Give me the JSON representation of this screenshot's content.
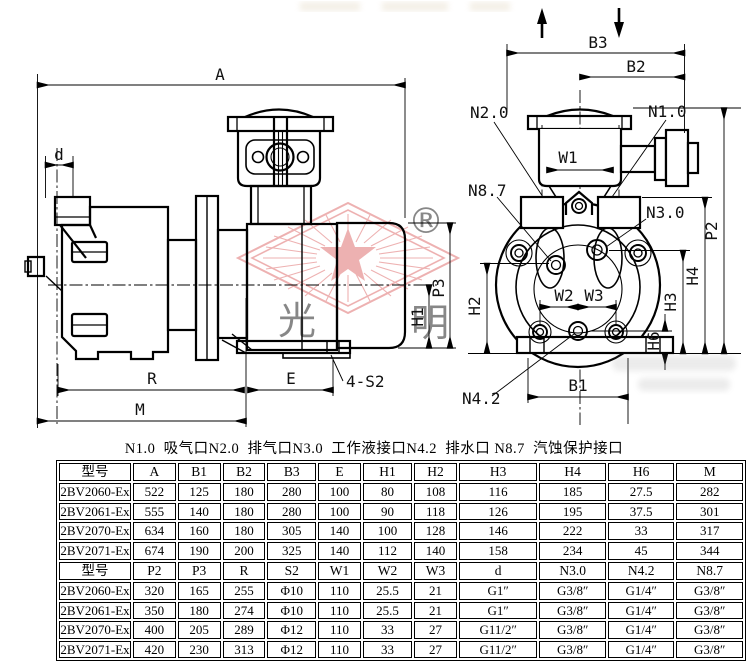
{
  "caption": "N1.0  吸气口N2.0  排气口N3.0  工作液接口N4.2  排水口 N8.7  汽蚀保护接口",
  "drawing": {
    "left": {
      "dim_a": "A",
      "dim_d": "d",
      "dim_r": "R",
      "dim_e": "E",
      "dim_m": "M",
      "dim_p3": "P3",
      "dim_h1": "H1",
      "callout_s2": "4-S2"
    },
    "right": {
      "dim_b3": "B3",
      "dim_b2": "B2",
      "dim_b1": "B1",
      "dim_w1": "W1",
      "dim_w2": "W2",
      "dim_w3": "W3",
      "dim_h2": "H2",
      "dim_h3": "H3",
      "dim_h4": "H4",
      "dim_h6": "H6",
      "dim_p2": "P2",
      "port_n1": "N1.0",
      "port_n2": "N2.0",
      "port_n3": "N3.0",
      "port_n42": "N4.2",
      "port_n87": "N8.7"
    },
    "watermark": {
      "reg": "®",
      "glyph1": "光",
      "glyph2": "明",
      "color": "#dd6666"
    },
    "line_color": "#000000"
  },
  "table": {
    "s1": {
      "headers": [
        "型号",
        "A",
        "B1",
        "B2",
        "B3",
        "E",
        "H1",
        "H2",
        "H3",
        "H4",
        "H6",
        "M"
      ],
      "rows": [
        [
          "2BV2060-Ex",
          "522",
          "125",
          "180",
          "280",
          "100",
          "80",
          "108",
          "116",
          "185",
          "27.5",
          "282"
        ],
        [
          "2BV2061-Ex",
          "555",
          "140",
          "180",
          "280",
          "100",
          "90",
          "118",
          "126",
          "195",
          "37.5",
          "301"
        ],
        [
          "2BV2070-Ex",
          "634",
          "160",
          "180",
          "305",
          "140",
          "100",
          "128",
          "146",
          "222",
          "33",
          "317"
        ],
        [
          "2BV2071-Ex",
          "674",
          "190",
          "200",
          "325",
          "140",
          "112",
          "140",
          "158",
          "234",
          "45",
          "344"
        ]
      ]
    },
    "s2": {
      "headers": [
        "型号",
        "P2",
        "P3",
        "R",
        "S2",
        "W1",
        "W2",
        "W3",
        "d",
        "N3.0",
        "N4.2",
        "N8.7"
      ],
      "rows": [
        [
          "2BV2060-Ex",
          "320",
          "165",
          "255",
          "Φ10",
          "110",
          "25.5",
          "21",
          "G1″",
          "G3/8″",
          "G1/4″",
          "G3/8″"
        ],
        [
          "2BV2061-Ex",
          "350",
          "180",
          "274",
          "Φ10",
          "110",
          "25.5",
          "21",
          "G1″",
          "G3/8″",
          "G1/4″",
          "G3/8″"
        ],
        [
          "2BV2070-Ex",
          "400",
          "205",
          "289",
          "Φ12",
          "110",
          "33",
          "27",
          "G11/2″",
          "G3/8″",
          "G1/4″",
          "G3/8″"
        ],
        [
          "2BV2071-Ex",
          "420",
          "230",
          "313",
          "Φ12",
          "110",
          "33",
          "27",
          "G11/2″",
          "G3/8″",
          "G1/4″",
          "G3/8″"
        ]
      ]
    }
  }
}
